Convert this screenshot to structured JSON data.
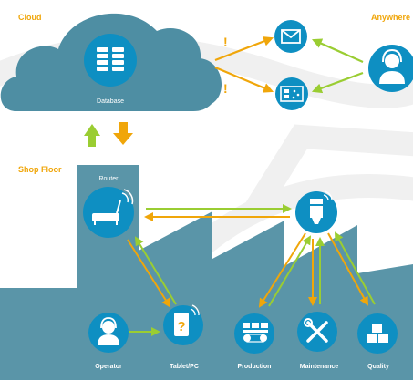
{
  "sections": {
    "cloud": "Cloud",
    "anywhere": "Anywhere",
    "shop_floor": "Shop Floor"
  },
  "nodes": {
    "database": "Database",
    "router": "Router",
    "operator": "Operator",
    "tablet": "Tablet/PC",
    "production": "Production",
    "maintenance": "Maintenance",
    "quality": "Quality"
  },
  "alerts": [
    "!",
    "!"
  ],
  "colors": {
    "teal_dark": "#4e8ea3",
    "teal_mid": "#5a95a8",
    "blue": "#0e8fc2",
    "green": "#9acd32",
    "orange": "#f0a60a",
    "gray_bg": "#eeeeee"
  },
  "icons": {
    "database": "server-rack-icon",
    "email": "envelope-icon",
    "dashboard": "monitor-icon",
    "user_anywhere": "user-headset-icon",
    "router": "router-icon",
    "gateway": "gateway-device-icon",
    "operator": "user-headset-icon",
    "tablet": "tablet-question-icon",
    "production": "conveyor-icon",
    "maintenance": "wrench-screwdriver-icon",
    "quality": "boxes-icon"
  }
}
